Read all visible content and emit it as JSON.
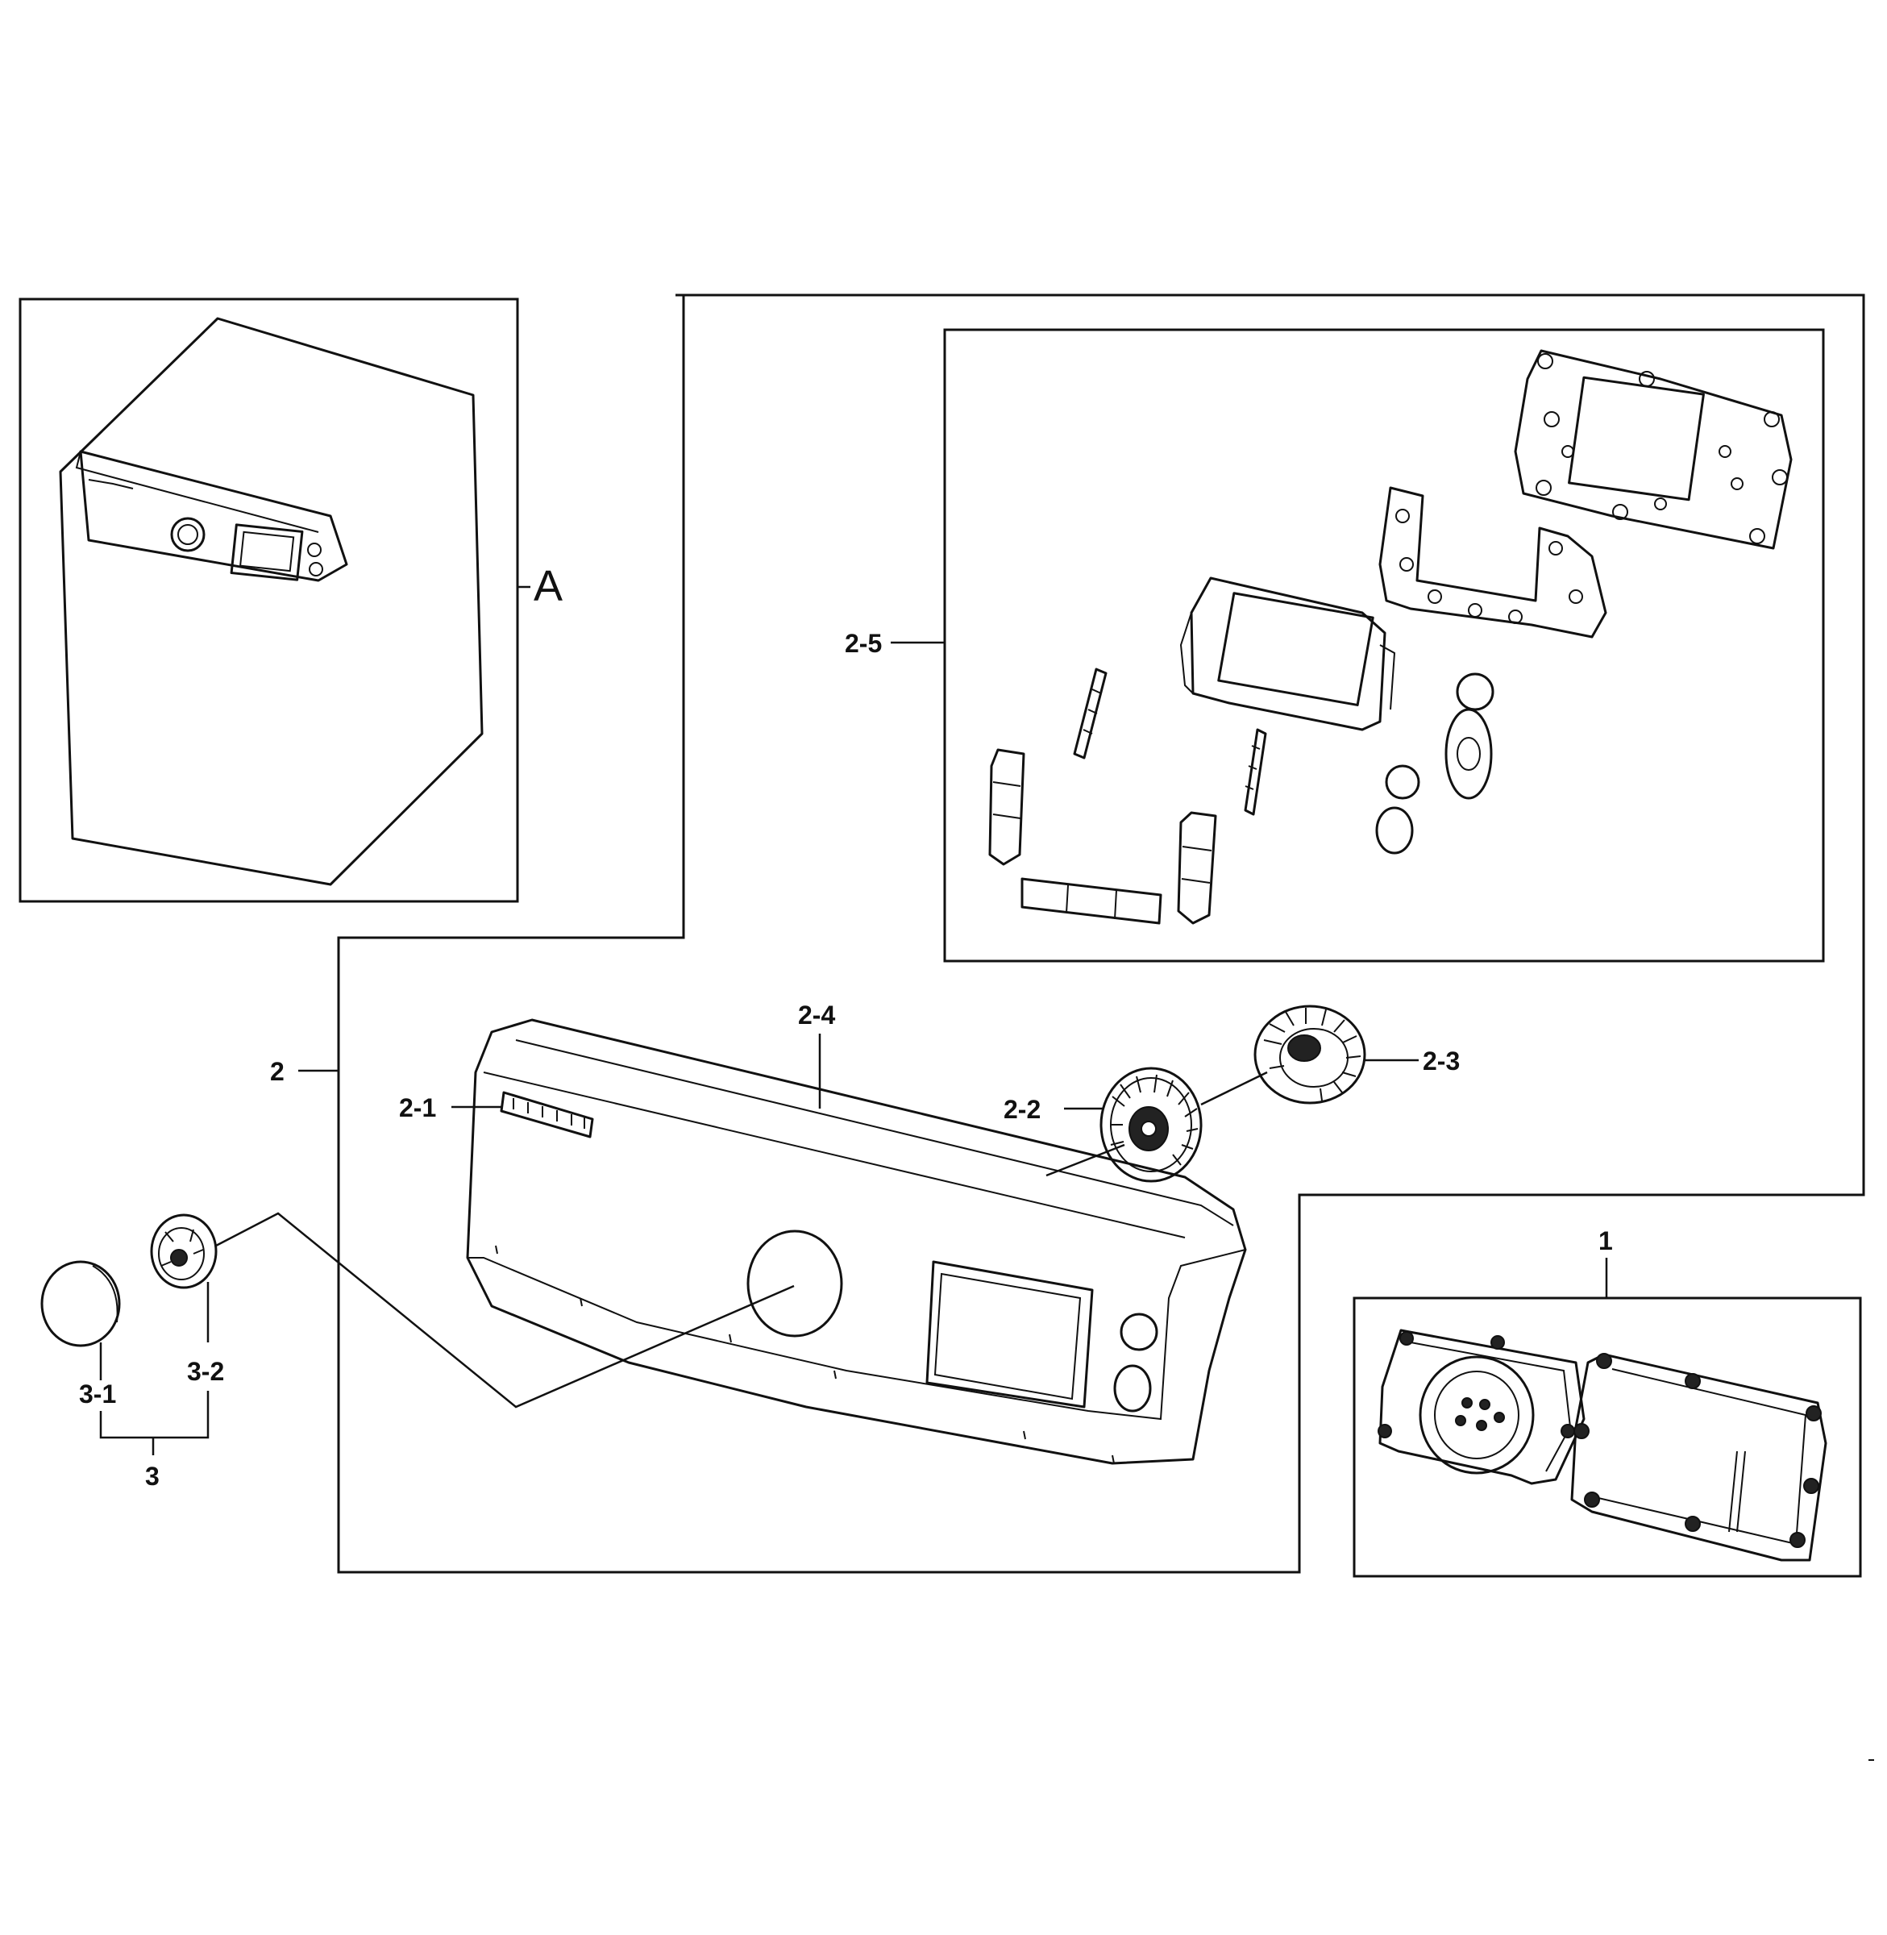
{
  "labels": {
    "A": "A",
    "p1": "1",
    "p2": "2",
    "p2_1": "2-1",
    "p2_2": "2-2",
    "p2_3": "2-3",
    "p2_4": "2-4",
    "p2_5": "2-5",
    "p3": "3",
    "p3_1": "3-1",
    "p3_2": "3-2"
  },
  "colors": {
    "line": "#111111",
    "background": "#ffffff"
  }
}
